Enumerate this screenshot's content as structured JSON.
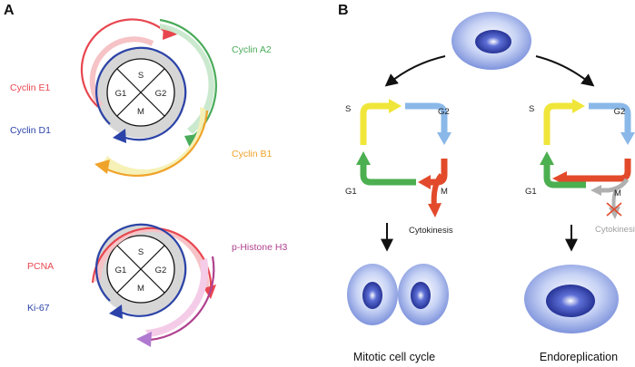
{
  "panel_a": {
    "letter": "A",
    "top_cycle": {
      "phases": {
        "s": "S",
        "g1": "G1",
        "g2": "G2",
        "m": "M"
      },
      "markers": {
        "cyclin_e1": {
          "label": "Cyclin E1",
          "color": "#e8464f"
        },
        "cyclin_d1": {
          "label": "Cyclin D1",
          "color": "#2b43a8"
        },
        "cyclin_a2": {
          "label": "Cyclin A2",
          "color": "#4aab5a"
        },
        "cyclin_b1": {
          "label": "Cyclin B1",
          "color": "#f0a32a"
        }
      }
    },
    "bottom_cycle": {
      "phases": {
        "s": "S",
        "g1": "G1",
        "g2": "G2",
        "m": "M"
      },
      "markers": {
        "pcna": {
          "label": "PCNA",
          "color": "#e8464f"
        },
        "ki67": {
          "label": "Ki-67",
          "color": "#2b43a8"
        },
        "phistone": {
          "label": "p-Histone H3",
          "color": "#b0418f"
        }
      }
    }
  },
  "panel_b": {
    "letter": "B",
    "mitotic": {
      "phases": {
        "s": "S",
        "g2": "G2",
        "g1": "G1",
        "m": "M"
      },
      "cytokinesis": "Cytokinesis",
      "caption": "Mitotic cell cycle"
    },
    "endo": {
      "phases": {
        "s": "S",
        "g2": "G2",
        "g1": "G1",
        "m": "M"
      },
      "cytokinesis": "Cytokinesis",
      "caption": "Endoreplication"
    },
    "colors": {
      "s": "#f0e63a",
      "g2": "#8ab8e8",
      "m": "#e24a2b",
      "g1": "#4caf50",
      "blocked": "#b0b0b0"
    }
  }
}
